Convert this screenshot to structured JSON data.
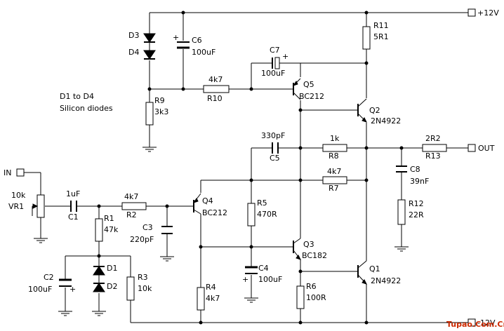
{
  "labels": {
    "d3": "D3",
    "d4": "D4",
    "c6": "C6",
    "c6_val": "100uF",
    "c6_plus": "+",
    "c7": "C7",
    "c7_val": "100uF",
    "c7_plus": "+",
    "r11": "R11",
    "r11_val": "5R1",
    "supply": "+12V",
    "r10_val": "4k7",
    "r10": "R10",
    "q5": "Q5",
    "q5_type": "BC212",
    "note1": "D1 to D4",
    "note2": "Silicon diodes",
    "r9": "R9",
    "r9_val": "3k3",
    "q2": "Q2",
    "q2_type": "2N4922",
    "c5_val": "330pF",
    "c5": "C5",
    "r8_val": "1k",
    "r8": "R8",
    "r13_val": "2R2",
    "r13": "R13",
    "out": "OUT",
    "r7_val": "4k7",
    "r7": "R7",
    "c8": "C8",
    "c8_val": "39nF",
    "in": "IN",
    "vr1_val": "10k",
    "vr1": "VR1",
    "c1_val": "1uF",
    "c1": "C1",
    "r2_val": "4k7",
    "r2": "R2",
    "r1": "R1",
    "r1_val": "47k",
    "q4": "Q4",
    "q4_type": "BC212",
    "c3": "C3",
    "c3_val": "220pF",
    "r5": "R5",
    "r5_val": "470R",
    "r12": "R12",
    "r12_val": "22R",
    "q3": "Q3",
    "q3_type": "BC182",
    "c2": "C2",
    "c2_val": "100uF",
    "c2_plus": "+",
    "d1": "D1",
    "d2": "D2",
    "r3": "R3",
    "r3_val": "10k",
    "c4_plus": "+",
    "c4_val": "100uF",
    "c4": "C4",
    "q1": "Q1",
    "q1_type": "2N4922",
    "r4": "R4",
    "r4_val": "4k7",
    "r6": "R6",
    "r6_val": "100R",
    "supply_neg": "-12V",
    "watermark": "Tupao.Com.Cn"
  }
}
